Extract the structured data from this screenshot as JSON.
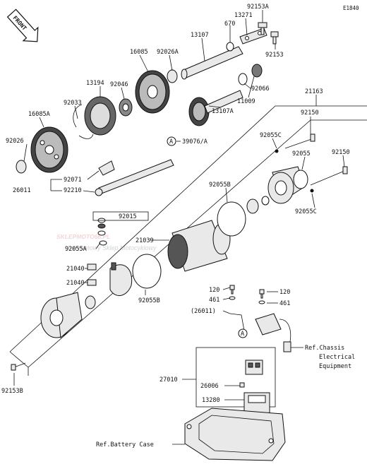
{
  "diagram_code": "E1840",
  "front_label": "FRONT",
  "watermark": {
    "main": "SKLEPMOTO66.PL",
    "sub": "Internetowy Sklep Motocyklowy"
  },
  "callouts": {
    "p92153A": "92153A",
    "p13271": "13271",
    "p670": "670",
    "p13107": "13107",
    "p92153_top": "92153",
    "p16085": "16085",
    "p92026A": "92026A",
    "p13194": "13194",
    "p92046": "92046",
    "p92066": "92066",
    "p11009": "11009",
    "p13107A": "13107A",
    "p92033": "92033",
    "p16085A": "16085A",
    "p21163": "21163",
    "p92150_a": "92150",
    "p92055C_a": "92055C",
    "p92055": "92055",
    "p92150_b": "92150",
    "p92055C_b": "92055C",
    "p39076A": "39076/A",
    "p92026": "92026",
    "p92071": "92071",
    "p26011": "26011",
    "p92210": "92210",
    "p92055B_a": "92055B",
    "p92015": "92015",
    "p21039": "21039",
    "p92055A": "92055A",
    "p21040_a": "21040",
    "p21040_b": "21040",
    "p92055B_b": "92055B",
    "p120_a": "120",
    "p461_a": "461",
    "p26011_paren": "(26011)",
    "p120_b": "120",
    "p461_b": "461",
    "ref_chassis_1": "Ref.Chassis",
    "ref_chassis_2": "Electrical",
    "ref_chassis_3": "Equipment",
    "p27010": "27010",
    "p26006": "26006",
    "p13280": "13280",
    "p92153B": "92153B",
    "ref_battery": "Ref.Battery Case",
    "marker_A": "A"
  }
}
